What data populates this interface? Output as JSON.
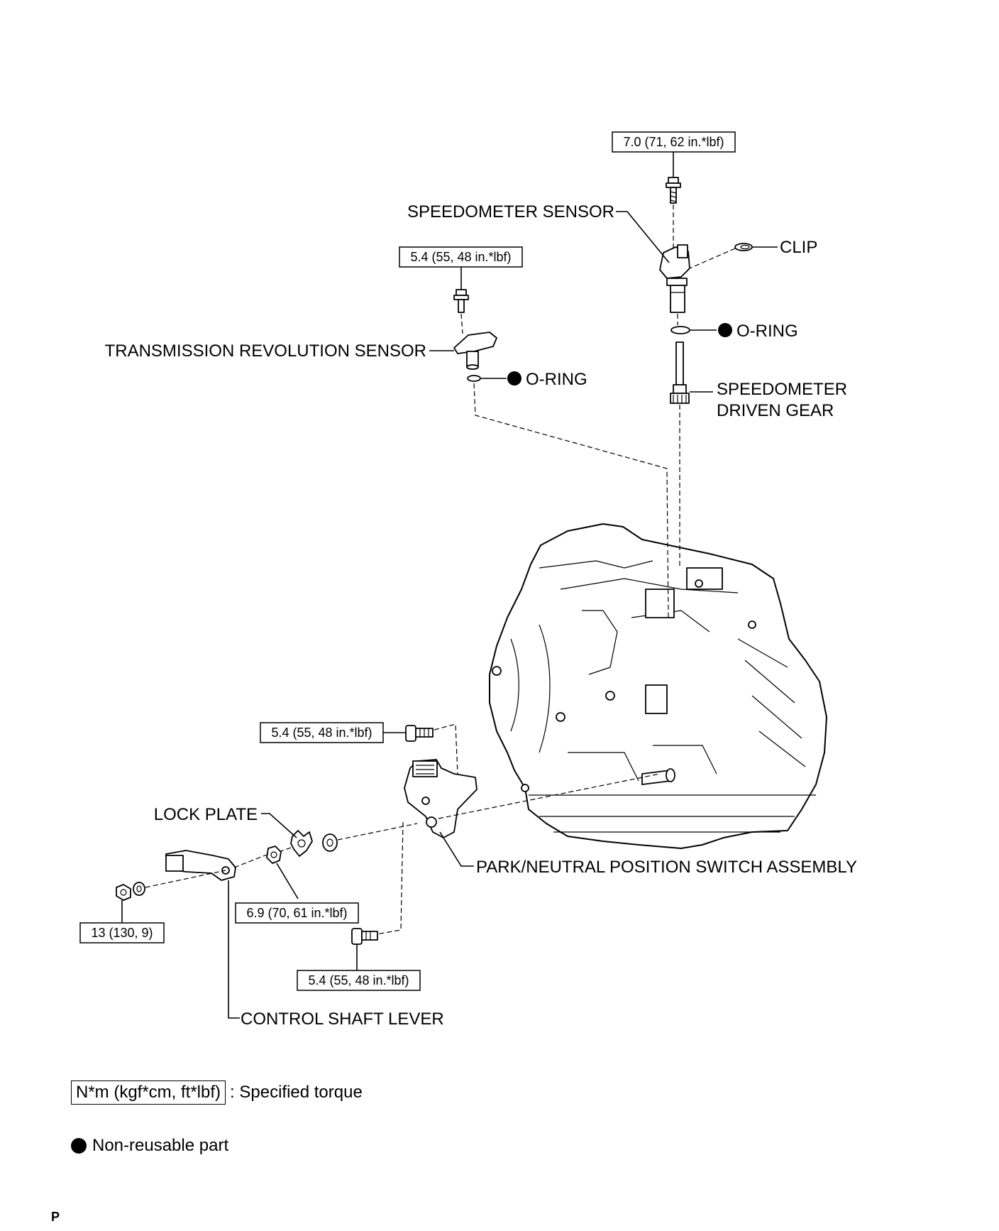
{
  "labels": {
    "speedometer_sensor": "SPEEDOMETER SENSOR",
    "clip": "CLIP",
    "o_ring_upper": "O-RING",
    "speedometer_driven_gear_line1": "SPEEDOMETER",
    "speedometer_driven_gear_line2": "DRIVEN GEAR",
    "transmission_revolution_sensor": "TRANSMISSION REVOLUTION SENSOR",
    "o_ring_lower": "O-RING",
    "lock_plate": "LOCK PLATE",
    "park_neutral_switch": "PARK/NEUTRAL POSITION SWITCH ASSEMBLY",
    "control_shaft_lever": "CONTROL SHAFT LEVER"
  },
  "torques": {
    "speedometer_sensor_bolt": "7.0 (71, 62 in.*lbf)",
    "revolution_sensor_bolt": "5.4 (55, 48 in.*lbf)",
    "switch_upper_bolt": "5.4 (55, 48 in.*lbf)",
    "lock_plate_nut": "6.9 (70, 61 in.*lbf)",
    "lever_nut": "13 (130, 9)",
    "switch_lower_bolt": "5.4 (55, 48 in.*lbf)"
  },
  "legend": {
    "torque_unit": "N*m (kgf*cm, ft*lbf)",
    "torque_text": ": Specified torque",
    "non_reusable": "Non-reusable part"
  },
  "page_mark": "P"
}
